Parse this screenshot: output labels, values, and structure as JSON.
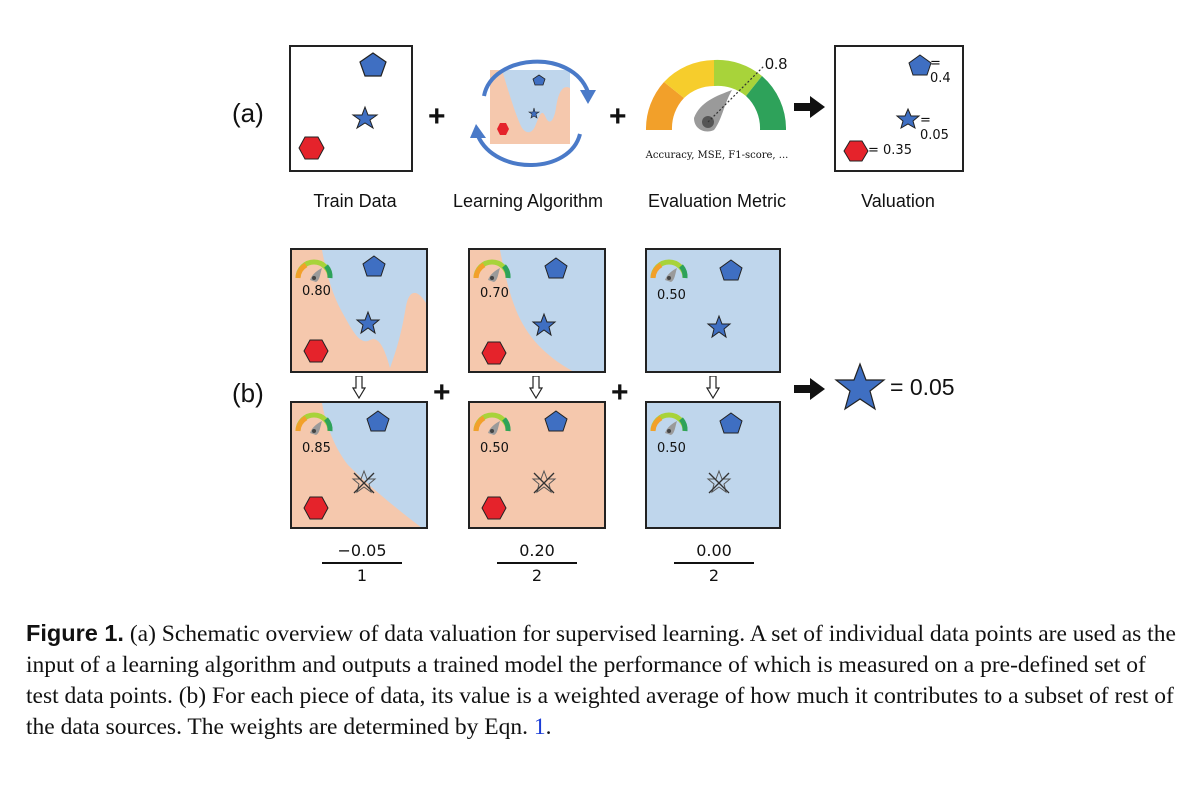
{
  "panel_a": {
    "label": "(a)",
    "plus_1": "+",
    "plus_2": "+",
    "captions": {
      "train_data": "Train Data",
      "learning_algorithm": "Learning Algorithm",
      "evaluation_metric": "Evaluation Metric",
      "valuation": "Valuation"
    },
    "gauge_value": "0.8",
    "metric_examples": "Accuracy, MSE, F1-score, ...",
    "valuation_values": {
      "pentagon": "= 0.4",
      "star": "= 0.05",
      "hexagon": "= 0.35"
    }
  },
  "panel_b": {
    "label": "(b)",
    "plus_1": "+",
    "plus_2": "+",
    "top_scores": [
      "0.80",
      "0.70",
      "0.50"
    ],
    "bottom_scores": [
      "0.85",
      "0.50",
      "0.50"
    ],
    "fractions": [
      {
        "numerator": "−0.05",
        "denominator": "1"
      },
      {
        "numerator": "0.20",
        "denominator": "2"
      },
      {
        "numerator": "0.00",
        "denominator": "2"
      }
    ],
    "result": "= 0.05"
  },
  "caption": {
    "figure_label": "Figure 1.",
    "text_before_ref": "(a) Schematic overview of data valuation for supervised learning. A set of individual data points are used as the input of a learning algorithm and outputs a trained model the performance of which is measured on a pre-defined set of test data points. (b) For each piece of data, its value is a weighted average of how much it contributes to a subset of rest of the data sources. The weights are determined by Eqn.",
    "ref": "1",
    "text_after_ref": "."
  },
  "colors": {
    "blue_region": "#bfd6ec",
    "orange_region": "#f5c8ad",
    "pentagon_blue": "#3f6fc2",
    "hexagon_red": "#e5232b",
    "arrow_blue": "#4a7ac8"
  }
}
